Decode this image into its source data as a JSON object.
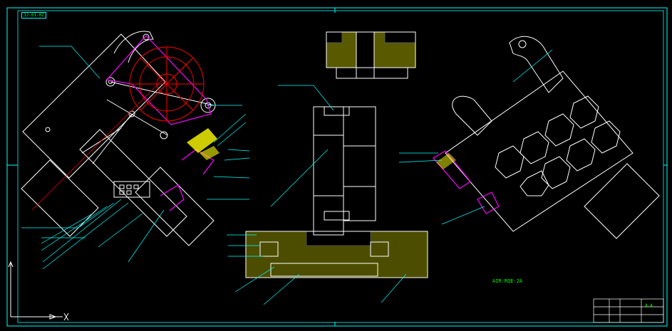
{
  "sheet": {
    "tag": "JJ-01-02",
    "title_label": "A-A",
    "sub_caption": "AIR-RQE-2A"
  },
  "colors": {
    "background": "#000000",
    "border": "#00ffff",
    "geometry": "#ffffff",
    "primary_leader": "#00ffff",
    "text": "#00ff00",
    "hatch": "#ffff00",
    "highlight": "#ff00ff",
    "circle": "#ff0000"
  },
  "views": [
    "left-gripper-view",
    "center-sectional-view",
    "right-pallet-view"
  ],
  "title_block": {
    "cells": 12
  }
}
